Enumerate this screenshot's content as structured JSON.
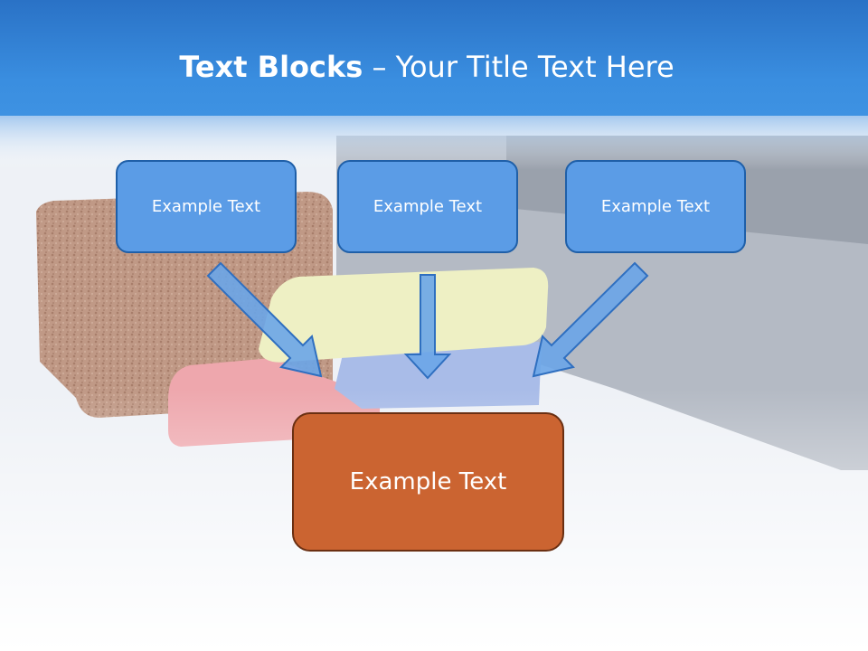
{
  "title": {
    "bold": "Text Blocks",
    "dash": " – ",
    "rest": "Your Title Text Here"
  },
  "boxes": [
    {
      "label": "Example Text"
    },
    {
      "label": "Example Text"
    },
    {
      "label": "Example Text"
    }
  ],
  "target_box": {
    "label": "Example Text"
  },
  "colors": {
    "header_blue": "#2f80d8",
    "box_blue": "#5b9ce6",
    "box_border": "#1f5fa8",
    "target_orange": "#cb6431",
    "arrow_fill": "#6aa5e8"
  }
}
